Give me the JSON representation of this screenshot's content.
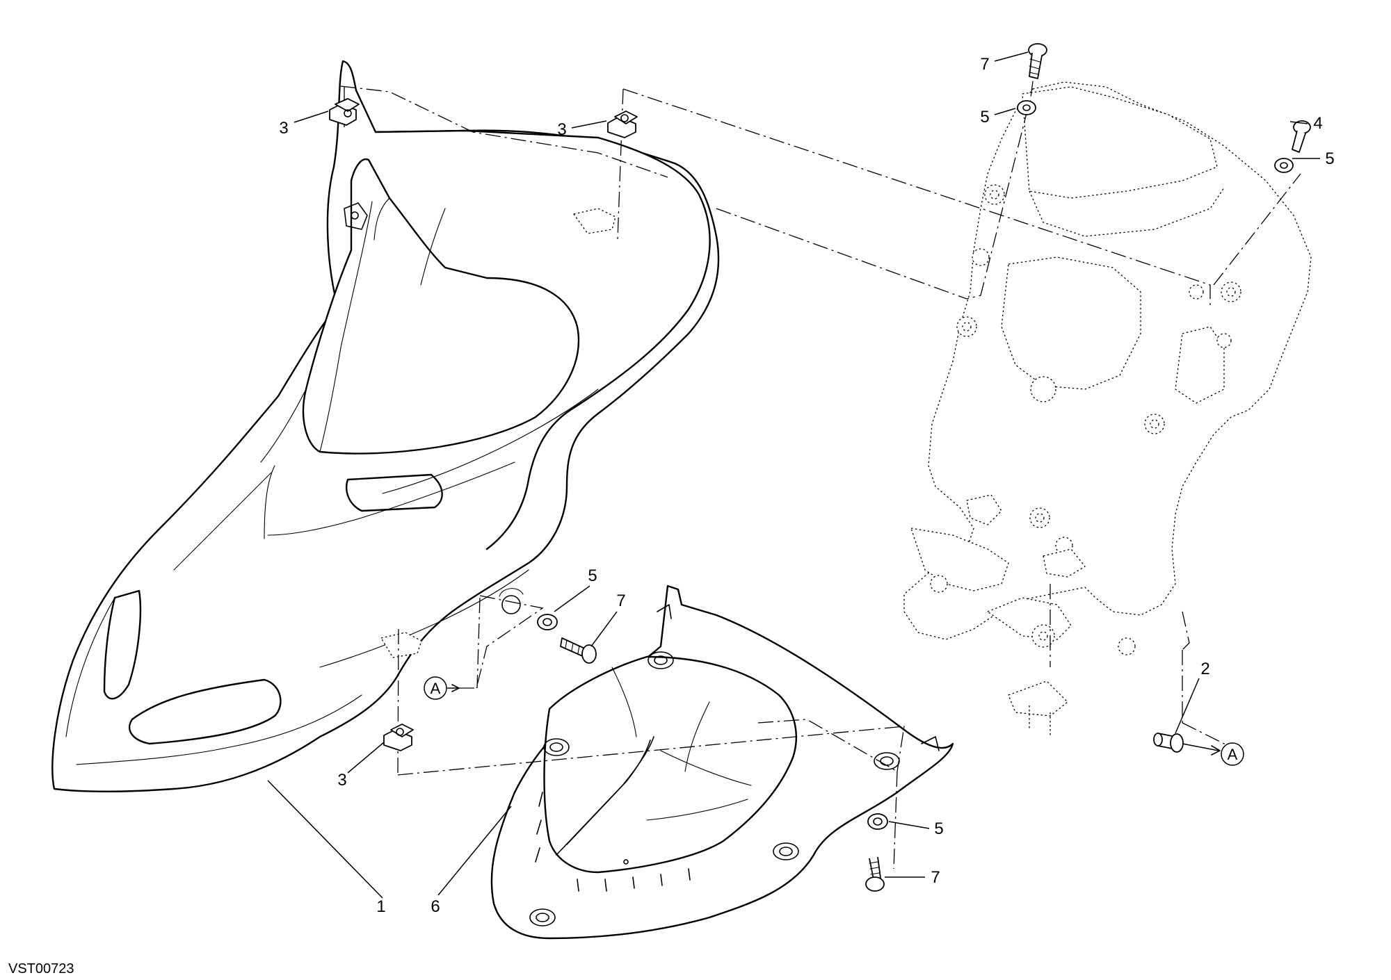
{
  "drawing_code": "VST00723",
  "callouts": {
    "c1": "1",
    "c2": "2",
    "c3a": "3",
    "c3b": "3",
    "c3c": "3",
    "c4": "4",
    "c5a": "5",
    "c5b": "5",
    "c5c": "5",
    "c5d": "5",
    "c6": "6",
    "c7a": "7",
    "c7b": "7",
    "c7c": "7"
  },
  "references": {
    "refA1": "A",
    "refA2": "A"
  },
  "colors": {
    "line": "#000000",
    "background": "#ffffff"
  }
}
